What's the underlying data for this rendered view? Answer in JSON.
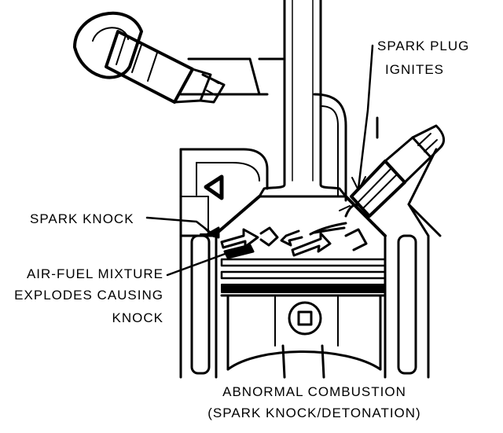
{
  "labels": {
    "spark_plug_line1": "SPARK PLUG",
    "spark_plug_line2": "IGNITES",
    "spark_knock": "SPARK KNOCK",
    "mixture_line1": "AIR-FUEL MIXTURE",
    "mixture_line2": "EXPLODES CAUSING",
    "mixture_line3": "KNOCK",
    "caption_line1": "ABNORMAL COMBUSTION",
    "caption_line2": "(SPARK KNOCK/DETONATION)"
  },
  "colors": {
    "ink": "#000000",
    "paper": "#ffffff"
  }
}
